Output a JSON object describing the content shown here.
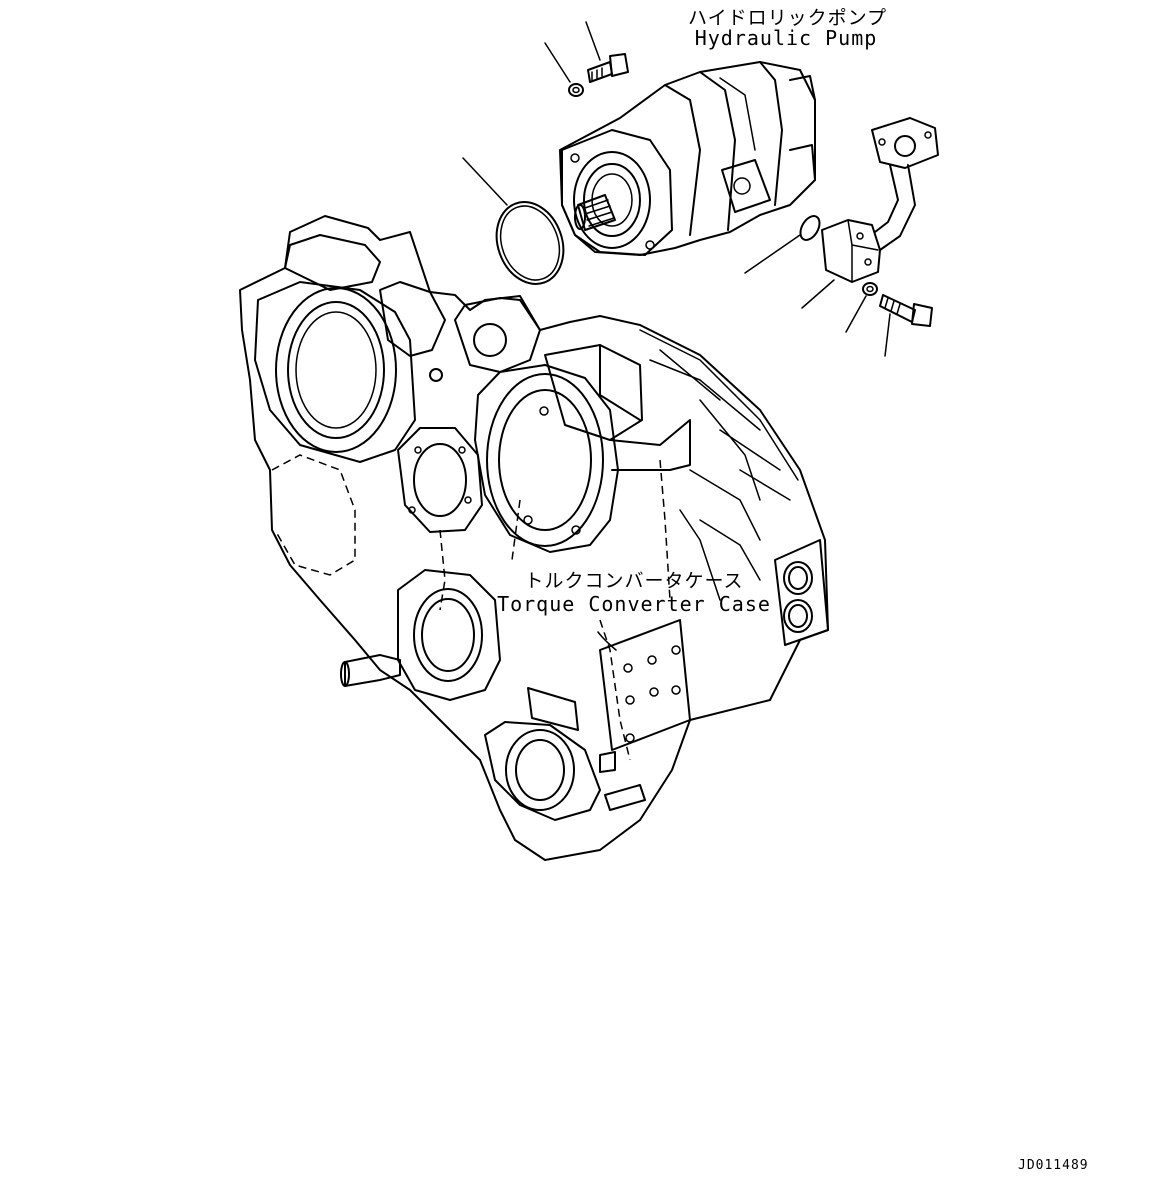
{
  "labels": {
    "hydraulic_pump_jp": "ハイドロリックポンプ",
    "hydraulic_pump_en": "Hydraulic Pump",
    "torque_converter_case_jp": "トルクコンバータケース",
    "torque_converter_case_en": "Torque Converter Case"
  },
  "drawing_id": "JD011489"
}
